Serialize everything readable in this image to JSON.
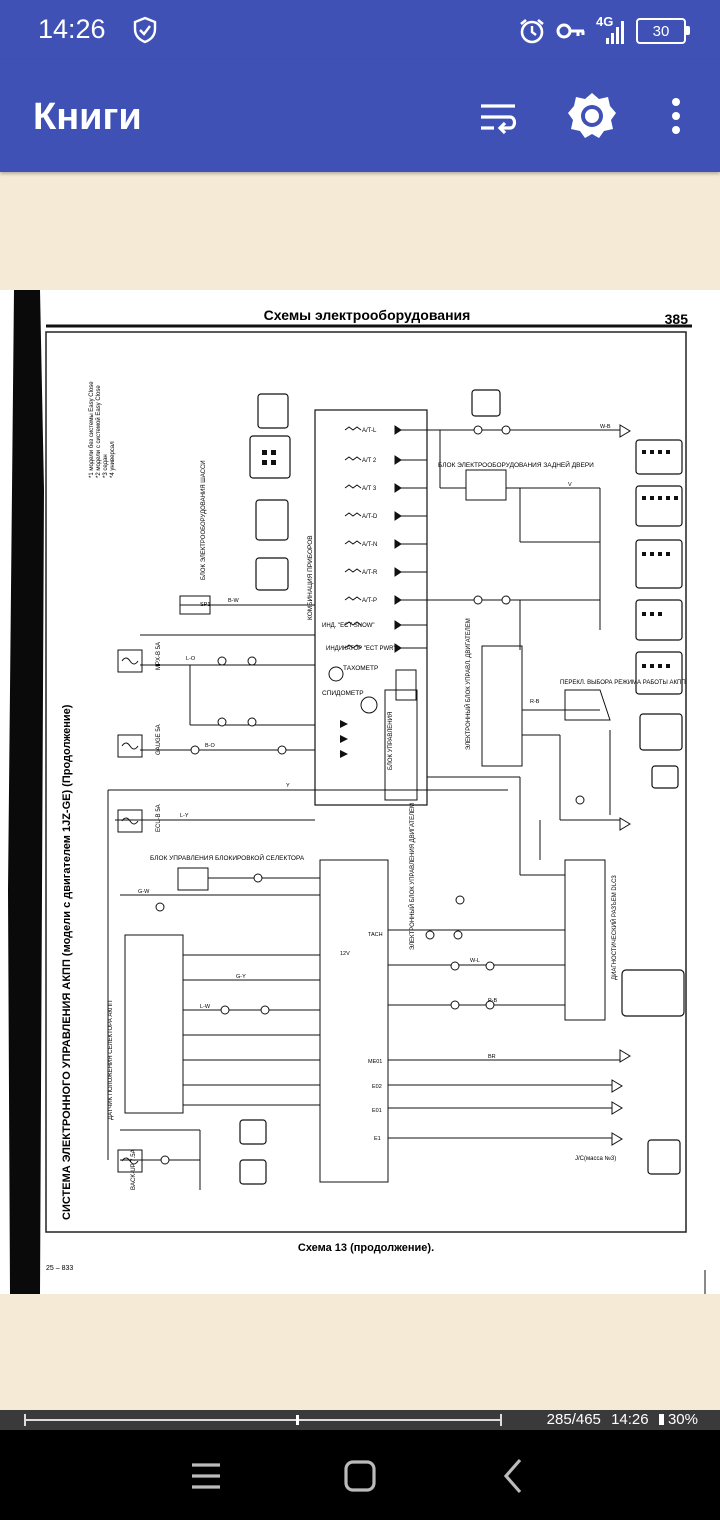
{
  "status_bar": {
    "time": "14:26",
    "network": "4G",
    "battery": "30",
    "icons": [
      "shield-check-icon",
      "alarm-icon",
      "key-icon",
      "signal-icon",
      "battery-icon"
    ]
  },
  "app_bar": {
    "title": "Книги",
    "actions": [
      {
        "name": "text-wrap-icon"
      },
      {
        "name": "settings-icon"
      },
      {
        "name": "more-vert-icon"
      }
    ]
  },
  "document": {
    "header": "Схемы электрооборудования",
    "page_number": "385",
    "side_title": "СИСТЕМА ЭЛЕКТРОННОГО УПРАВЛЕНИЯ АКПП (модели с двигателем 1JZ-GE) (Продолжение)",
    "caption": "Схема 13 (продолжение).",
    "footer_code": "25 – 833",
    "legend": [
      "*1 модели без системы Easy Close",
      "*2 модели с системой Easy Close",
      "*3 седан",
      "*4 универсал"
    ],
    "blocks": [
      "БЛОК ЭЛЕКТРООБОРУДОВАНИЯ ЗАДНЕЙ ДВЕРИ",
      "КОМБИНАЦИЯ ПРИБОРОВ",
      "ТАХОМЕТР",
      "СПИДОМЕТР",
      "БЛОК УПРАВЛЕНИЯ",
      "ПЕРЕКЛ. ВЫБОРА РЕЖИМА РАБОТЫ АКПП",
      "ЭЛЕКТРОННЫЙ БЛОК УПРАВЛ. ДВИГАТЕЛЕМ",
      "БЛОК УПРАВЛЕНИЯ БЛОКИРОВКОЙ СЕЛЕКТОРА",
      "ДАТЧИК ПОЛОЖЕНИЯ СЕЛЕКТОРА АКПП",
      "ДИАГНОСТИЧЕСКИЙ РАЗЪЕМ DLC3",
      "ЭЛЕКТРОННЫЙ БЛОК УПРАВЛЕНИЯ ДВИГАТЕЛЕМ",
      "БЛОК ЭЛЕКТРООБОРУДОВАНИЯ ШАССИ"
    ],
    "lamps": [
      "A/T-L",
      "A/T 2",
      "A/T 3",
      "A/T-D",
      "A/T-N",
      "A/T-R",
      "A/T-P",
      "ИНД. \"ECT SNOW\"",
      "ИНДИКАТОР \"ECT PWR\""
    ],
    "fuses": [
      "MPX-B 5A",
      "GAUGE 5A",
      "ECU-B 5A",
      "BACK-UP 7.5A"
    ],
    "wires": [
      "W-B",
      "B-W",
      "L-O",
      "B-O",
      "Y",
      "G-Y",
      "V",
      "R-B",
      "L-Y",
      "W-L",
      "BR",
      "P-B",
      "G-W",
      "L-W"
    ],
    "misc": [
      "J/C(масса №3)",
      "12V",
      "TACH",
      "E1",
      "E01",
      "E02",
      "ME01",
      "SP1"
    ]
  },
  "bottom_bar": {
    "progress": 0.57,
    "page_info": "285/465",
    "time": "14:26",
    "battery": "30%"
  },
  "nav_bar": {
    "buttons": [
      {
        "name": "recent-apps-icon"
      },
      {
        "name": "home-icon"
      },
      {
        "name": "back-icon"
      }
    ]
  }
}
